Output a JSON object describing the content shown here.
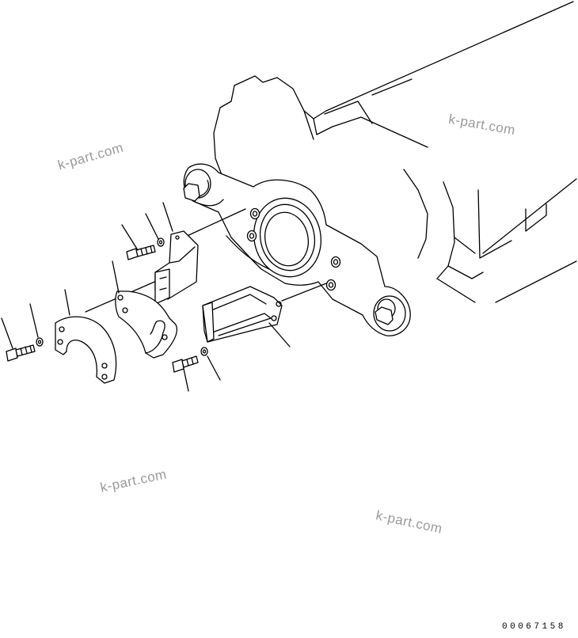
{
  "watermarks": [
    "k-part.com",
    "k-part.com",
    "k-part.com",
    "k-part.com"
  ],
  "drawing_code": "00067158"
}
